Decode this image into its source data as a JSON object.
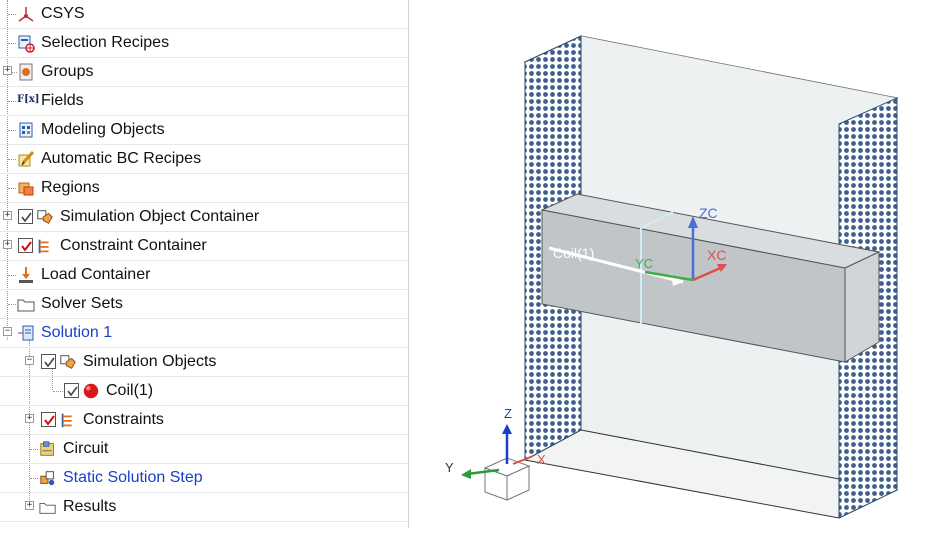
{
  "tree": {
    "items": [
      {
        "label": "CSYS"
      },
      {
        "label": "Selection Recipes"
      },
      {
        "label": "Groups"
      },
      {
        "label": "Fields",
        "icon_text": "F[x]"
      },
      {
        "label": "Modeling Objects"
      },
      {
        "label": "Automatic BC Recipes"
      },
      {
        "label": "Regions"
      },
      {
        "label": "Simulation Object Container"
      },
      {
        "label": "Constraint Container"
      },
      {
        "label": "Load Container"
      },
      {
        "label": "Solver Sets"
      },
      {
        "label": "Solution 1"
      },
      {
        "label": "Simulation Objects"
      },
      {
        "label": "Coil(1)"
      },
      {
        "label": "Constraints"
      },
      {
        "label": "Circuit"
      },
      {
        "label": "Static Solution Step"
      },
      {
        "label": "Results"
      }
    ]
  },
  "viewport": {
    "labels": {
      "coil": "Coil(1)",
      "zc": "ZC",
      "yc": "YC",
      "xc": "XC",
      "z": "Z",
      "y": "Y",
      "x": "X"
    },
    "colors": {
      "mesh": "#3d5f8c",
      "zc_axis": "#4a6fd6",
      "xc_axis": "#e0504a",
      "yc_axis": "#3fae4a"
    }
  }
}
